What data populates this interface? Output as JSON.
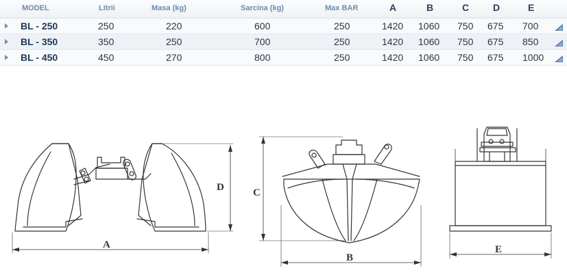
{
  "table": {
    "headers": [
      "MODEL",
      "Litrii",
      "Masa (kg)",
      "Sarcina (kg)",
      "Max BAR",
      "A",
      "B",
      "C",
      "D",
      "E"
    ],
    "rows": [
      {
        "model": "BL - 250",
        "litrii": "250",
        "masa": "220",
        "sarcina": "600",
        "max_bar": "250",
        "a": "1420",
        "b": "1060",
        "c": "750",
        "d": "675",
        "e": "700"
      },
      {
        "model": "BL - 350",
        "litrii": "350",
        "masa": "250",
        "sarcina": "700",
        "max_bar": "250",
        "a": "1420",
        "b": "1060",
        "c": "750",
        "d": "675",
        "e": "850"
      },
      {
        "model": "BL - 450",
        "litrii": "450",
        "masa": "270",
        "sarcina": "800",
        "max_bar": "250",
        "a": "1420",
        "b": "1060",
        "c": "750",
        "d": "675",
        "e": "1000"
      }
    ]
  },
  "drawing": {
    "labels": {
      "a": "A",
      "b": "B",
      "c": "C",
      "d": "D",
      "e": "E"
    }
  }
}
